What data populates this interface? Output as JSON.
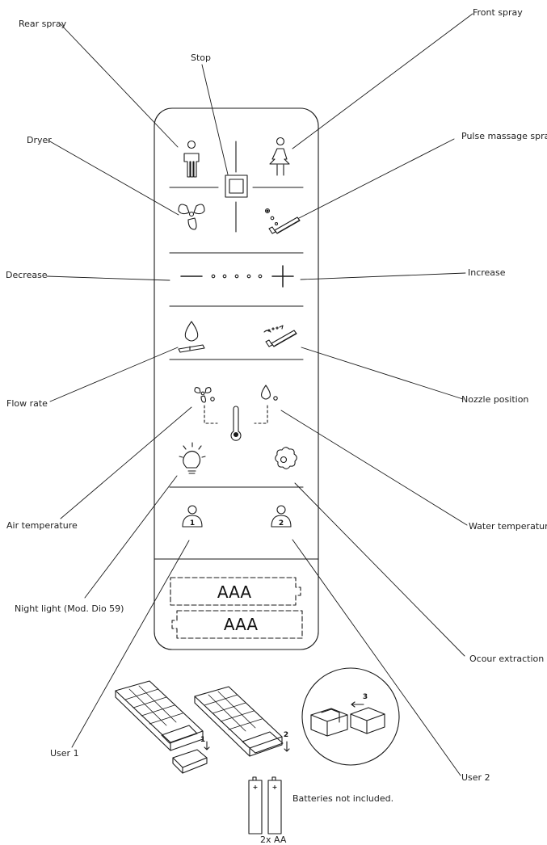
{
  "labels": {
    "rear_spray": "Rear spray",
    "front_spray": "Front spray",
    "stop": "Stop",
    "dryer": "Dryer",
    "pulse_massage_spray": "Pulse massage spray",
    "decrease": "Decrease",
    "increase": "Increase",
    "flow_rate": "Flow rate",
    "nozzle_position": "Nozzle position",
    "air_temperature": "Air temperature",
    "water_temperature": "Water temperature",
    "night_light": "Night light (Mod. Dio 59)",
    "odour_extraction": "Ocour extraction",
    "user_1": "User 1",
    "user_2": "User 2"
  },
  "battery_compartment": {
    "slot_1": "AAA",
    "slot_2": "AAA"
  },
  "user_badges": {
    "user_1": "1",
    "user_2": "2"
  },
  "steps": {
    "step_1": "1",
    "step_2": "2",
    "step_3": "3"
  },
  "batteries": {
    "note": "Batteries not included.",
    "count": "2x AA",
    "plus": "+"
  }
}
